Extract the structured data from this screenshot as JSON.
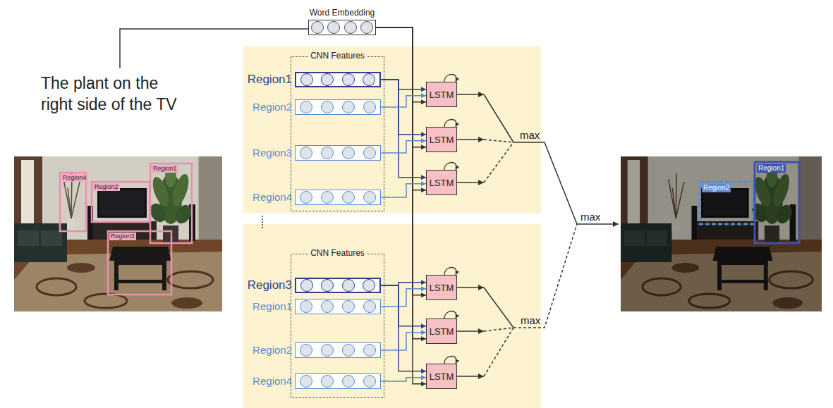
{
  "diagram": {
    "nodes": [
      {
        "text": [
          "Word Embedding"
        ]
      },
      {
        "text": [
          "CNN Features"
        ]
      },
      {
        "text": [
          "Region1"
        ],
        "in": 1
      },
      {
        "text": [
          "Region2"
        ],
        "in": 1
      },
      {
        "text": [
          "Region3"
        ],
        "in": 1
      },
      {
        "text": [
          "Region4"
        ],
        "in": 1
      },
      {
        "text": [
          "LSTM"
        ]
      },
      {
        "text": [
          "LSTM"
        ]
      },
      {
        "text": [
          "LSTM"
        ]
      },
      {
        "text": [
          "CNN Features"
        ]
      },
      {
        "text": [
          "Region3"
        ],
        "in": 9
      },
      {
        "text": [
          "Region1"
        ],
        "in": 9
      },
      {
        "text": [
          "Region2"
        ],
        "in": 9
      },
      {
        "text": [
          "Region4"
        ],
        "in": 9
      },
      {
        "text": [
          "LSTM"
        ]
      },
      {
        "text": [
          "LSTM"
        ]
      },
      {
        "text": [
          "LSTM"
        ]
      }
    ],
    "edges": [
      {
        "from": 0,
        "to": 6,
        "arrow": "to"
      },
      {
        "from": 0,
        "to": 7,
        "arrow": "to"
      },
      {
        "from": 0,
        "to": 8,
        "arrow": "to"
      },
      {
        "from": 0,
        "to": 14,
        "arrow": "to"
      },
      {
        "from": 0,
        "to": 15,
        "arrow": "to"
      },
      {
        "from": 0,
        "to": 16,
        "arrow": "to"
      },
      {
        "from": 2,
        "to": 6,
        "arrow": "to"
      },
      {
        "from": 2,
        "to": 7,
        "arrow": "to"
      },
      {
        "from": 2,
        "to": 8,
        "arrow": "to"
      },
      {
        "from": 3,
        "to": 6,
        "arrow": "to"
      },
      {
        "from": 4,
        "to": 7,
        "arrow": "to"
      },
      {
        "from": 5,
        "to": 8,
        "arrow": "to"
      },
      {
        "from": 10,
        "to": 14,
        "arrow": "to"
      },
      {
        "from": 10,
        "to": 15,
        "arrow": "to"
      },
      {
        "from": 10,
        "to": 16,
        "arrow": "to"
      },
      {
        "from": 11,
        "to": 14,
        "arrow": "to"
      },
      {
        "from": 12,
        "to": 15,
        "arrow": "to"
      },
      {
        "from": 13,
        "to": 16,
        "arrow": "to"
      }
    ],
    "labels": [
      "The plant on the right side of the TV",
      "Region4",
      "Region2",
      "Region1",
      "Region3",
      "max",
      "max",
      "max",
      "Region2",
      "Region1"
    ]
  }
}
